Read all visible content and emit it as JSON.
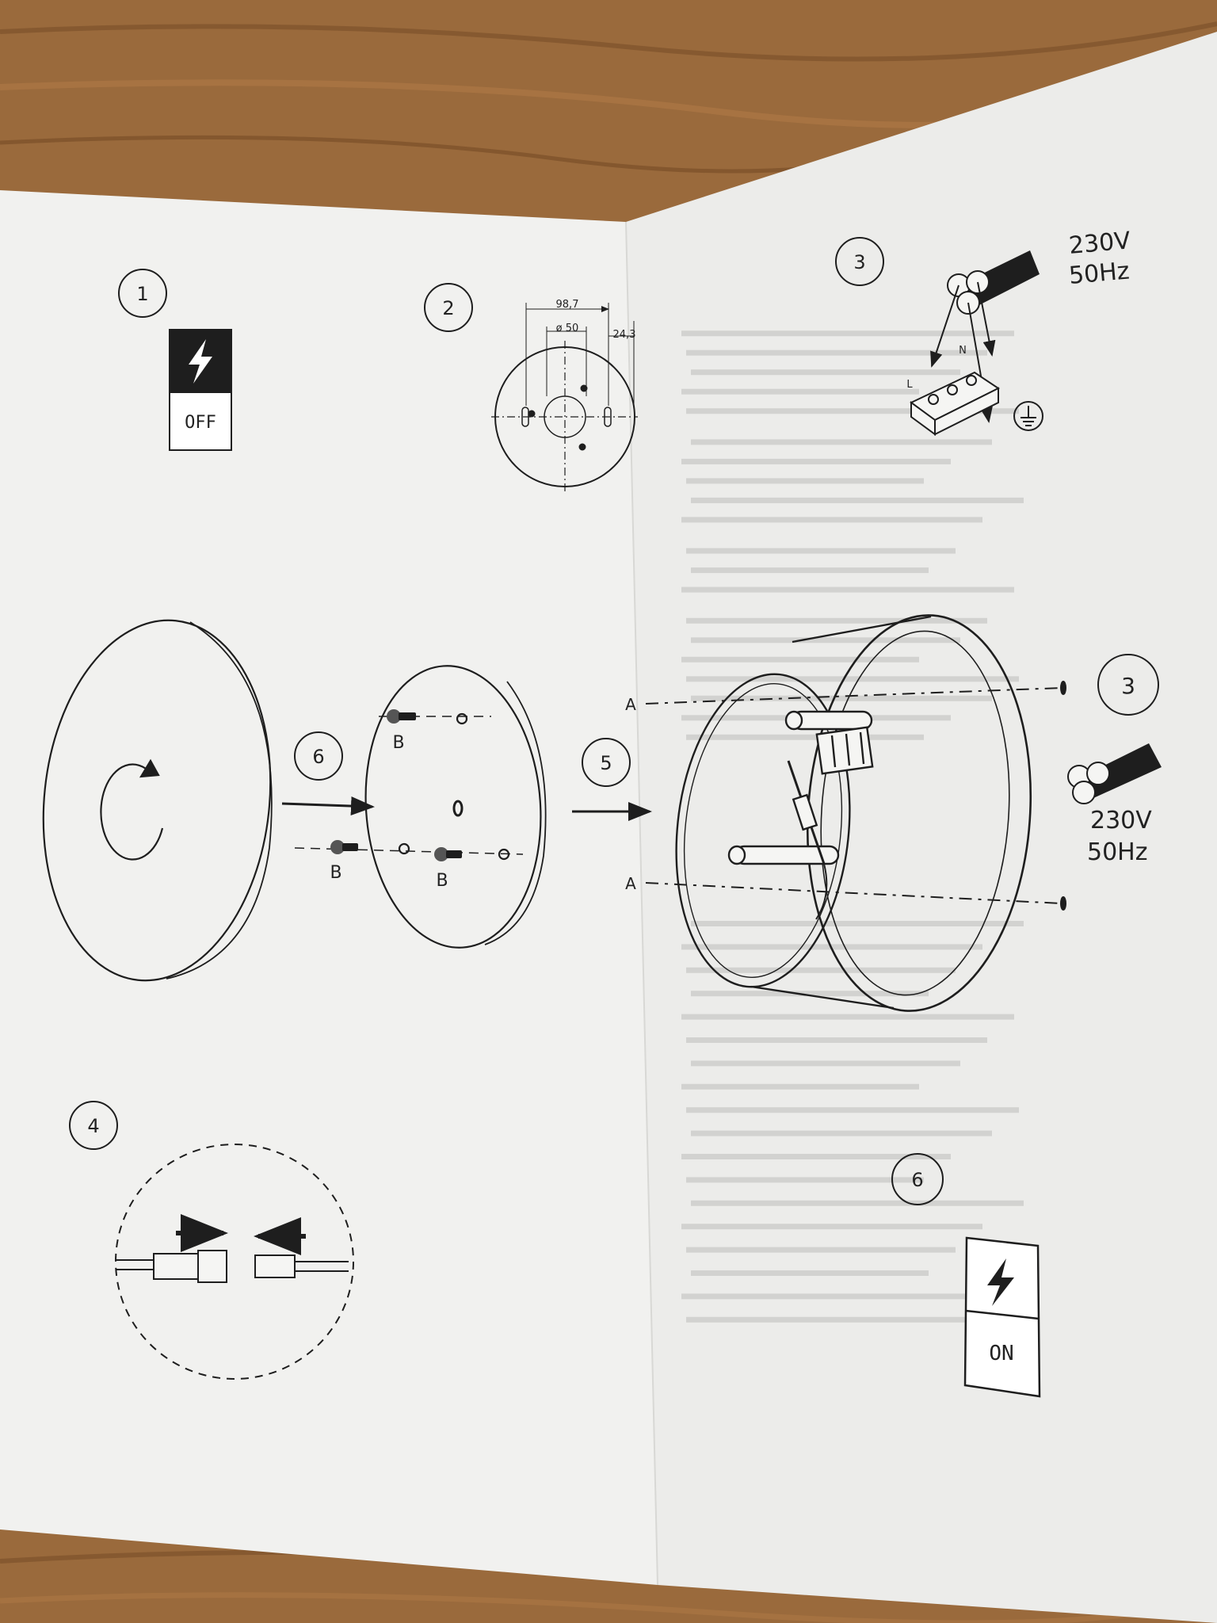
{
  "steps": {
    "s1": "1",
    "s2": "2",
    "s3": "3",
    "s3b": "3",
    "s4": "4",
    "s5": "5",
    "s6": "6",
    "s6b": "6"
  },
  "switch_off": {
    "label": "OFF"
  },
  "switch_on": {
    "label": "ON"
  },
  "dimensions": {
    "outer": "98,7",
    "inner": "ø 50",
    "side": "24,3"
  },
  "wiring": {
    "voltage": "230V",
    "frequency": "50Hz",
    "neutral": "N",
    "live": "L"
  },
  "power2": {
    "voltage": "230V",
    "frequency": "50Hz"
  },
  "screw_labels": {
    "b1": "B",
    "b2": "B",
    "b3": "B"
  },
  "axis_labels": {
    "a1": "A",
    "a2": "A"
  },
  "colors": {
    "wood": "#9a6a3c",
    "paper_left": "#f1f1ef",
    "paper_right": "#ececea",
    "ink": "#1e1e1e",
    "faded_text": "#d2d2d0"
  }
}
